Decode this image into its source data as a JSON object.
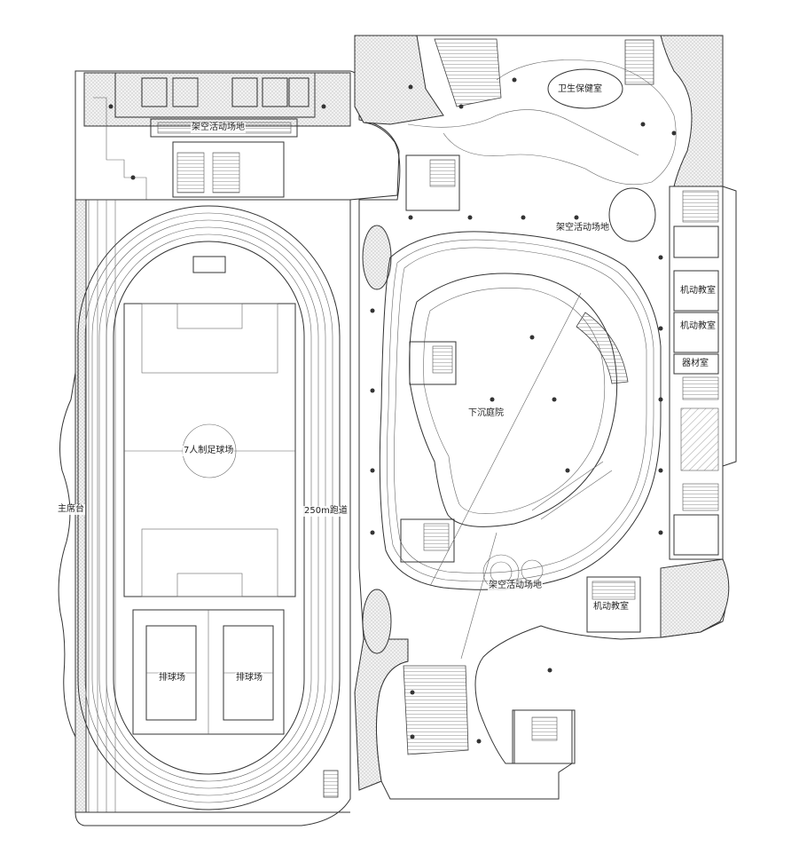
{
  "plan": {
    "labels": {
      "canopy_top_left": "架空活动场地",
      "health_room": "卫生保健室",
      "canopy_east": "架空活动场地",
      "classroom_1": "机动教室",
      "classroom_2": "机动教室",
      "equipment_room": "器材室",
      "sunken_courtyard": "下沉庭院",
      "football_field": "7人制足球场",
      "main_stand": "主席台",
      "track": "250m跑道",
      "canopy_south": "架空活动场地",
      "classroom_3": "机动教室",
      "volleyball_1": "排球场",
      "volleyball_2": "排球场"
    }
  }
}
